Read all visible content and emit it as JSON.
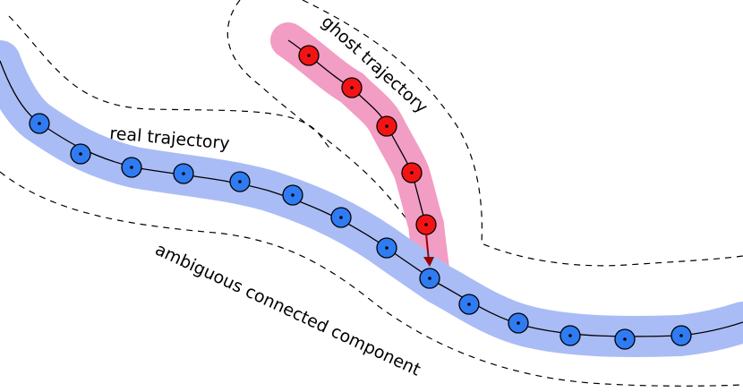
{
  "labels": {
    "real": "real trajectory",
    "ghost": "ghost trajectory",
    "component": "ambiguous connected component"
  },
  "colors": {
    "real_band": "#aabcf5",
    "ghost_band": "#f29dc4",
    "real_point": "#2f7bf2",
    "ghost_point": "#f21414",
    "link_arrow": "#990000",
    "line": "#000000",
    "boundary": "#000000"
  },
  "icons": {
    "real_point": "circle-with-center-dot",
    "ghost_point": "circle-with-center-dot",
    "link": "arrow-down"
  },
  "counts": {
    "real_points": 14,
    "ghost_points": 5
  }
}
